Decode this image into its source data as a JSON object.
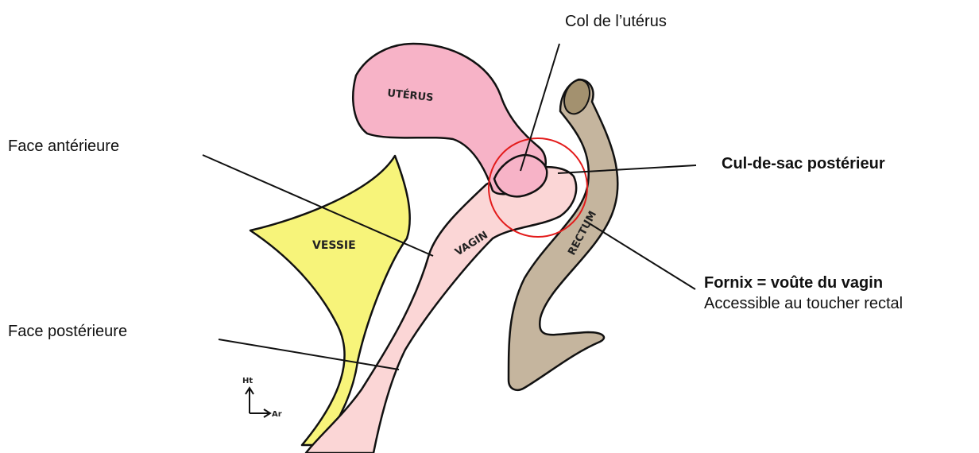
{
  "labels": {
    "col_uterus": "Col de l’utérus",
    "face_anterieure": "Face antérieure",
    "face_posterieure": "Face postérieure",
    "cul_de_sac": "Cul-de-sac postérieur",
    "fornix_title": "Fornix = voûte du vagin",
    "fornix_desc": "Accessible au toucher rectal"
  },
  "organ_labels": {
    "uterus": "UTÉRUS",
    "vessie": "VESSIE",
    "vagin": "VAGIN",
    "rectum": "RECTUM"
  },
  "orientation": {
    "up": "Ht",
    "back": "Ar"
  },
  "colors": {
    "uterus": "#f7b3c7",
    "vessie": "#f7f47a",
    "vagin": "#fbd6d6",
    "rectum": "#c5b59e",
    "highlight_circle": "#e31b1b",
    "outline": "#111111"
  }
}
